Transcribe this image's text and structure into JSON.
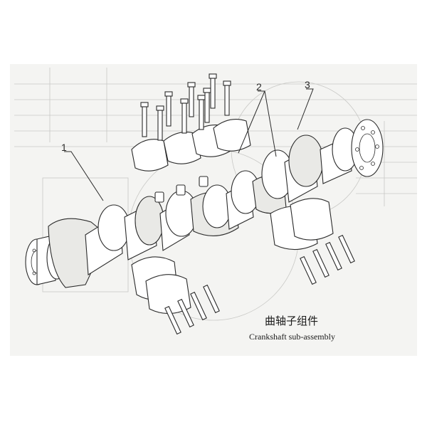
{
  "callouts": [
    "1",
    "2",
    "3"
  ],
  "caption": {
    "chinese": "曲轴子组件",
    "english": "Crankshaft sub-assembly"
  },
  "colors": {
    "line": "#2b2b2b",
    "paper": "#f4f4f2",
    "ghost": "#c9c9c6"
  }
}
